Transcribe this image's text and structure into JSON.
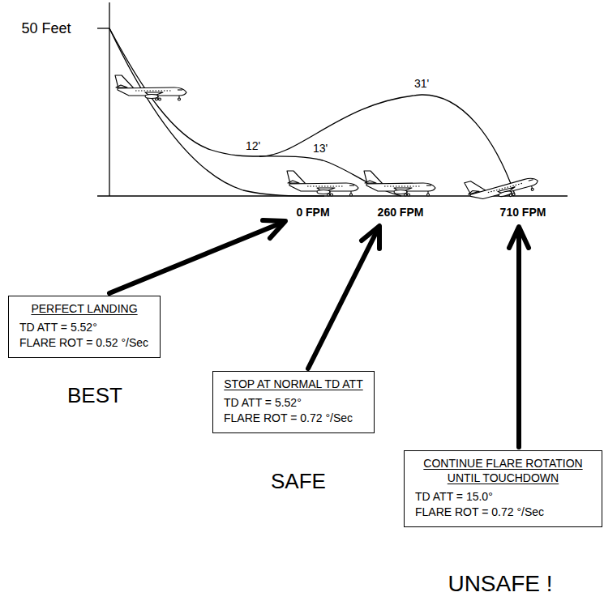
{
  "diagram": {
    "nodes": [
      {
        "text": [
          "PERFECT LANDING",
          "TD ATT = 5.52°",
          "FLARE ROT = 0.52 °/Sec"
        ]
      },
      {
        "text": [
          "STOP AT NORMAL TD ATT",
          "TD ATT = 5.52°",
          "FLARE ROT = 0.72 °/Sec"
        ]
      },
      {
        "text": [
          "CONTINUE FLARE ROTATION UNTIL TOUCHDOWN",
          "TD ATT = 15.0°",
          "FLARE ROT = 0.72 °/Sec"
        ]
      }
    ],
    "labels": [
      "50 Feet",
      "31'",
      "12'",
      "13'",
      "0 FPM",
      "260 FPM",
      "710 FPM",
      "BEST",
      "SAFE",
      "UNSAFE !"
    ]
  }
}
